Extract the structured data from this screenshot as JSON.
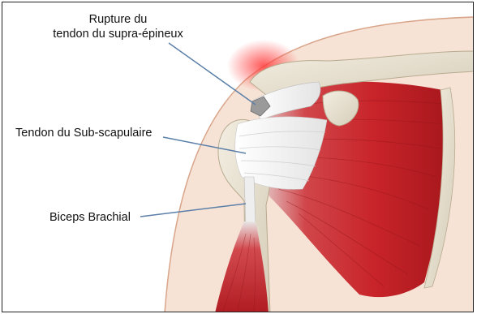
{
  "labels": {
    "rupture_line1": "Rupture du",
    "rupture_line2": "tendon du supra-épineux",
    "subscapulaire": "Tendon du Sub-scapulaire",
    "biceps": "Biceps Brachial"
  },
  "colors": {
    "skin": "#f7e3d6",
    "skin_outline": "#d9a58a",
    "muscle": "#c8242a",
    "muscle_dark": "#8e1418",
    "bone": "#e9e1cf",
    "tendon": "#f2f2f2",
    "inflammation": "#ff5a5a",
    "leader_line": "#5b7fa8"
  }
}
